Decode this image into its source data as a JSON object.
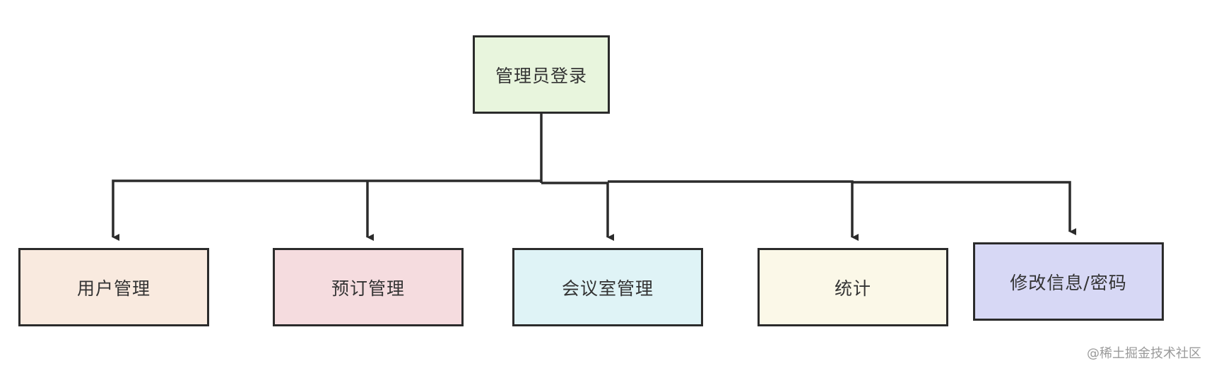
{
  "nodes": {
    "root": {
      "label": "管理员登录",
      "color": "#e8f5dd"
    },
    "children": [
      {
        "label": "用户管理",
        "color": "#f9eadf"
      },
      {
        "label": "预订管理",
        "color": "#f5dcdf"
      },
      {
        "label": "会议室管理",
        "color": "#dff3f6"
      },
      {
        "label": "统计",
        "color": "#fbf8e8"
      },
      {
        "label": "修改信息/密码",
        "color": "#d7d8f5"
      }
    ]
  },
  "watermark": "@稀土掘金技术社区"
}
